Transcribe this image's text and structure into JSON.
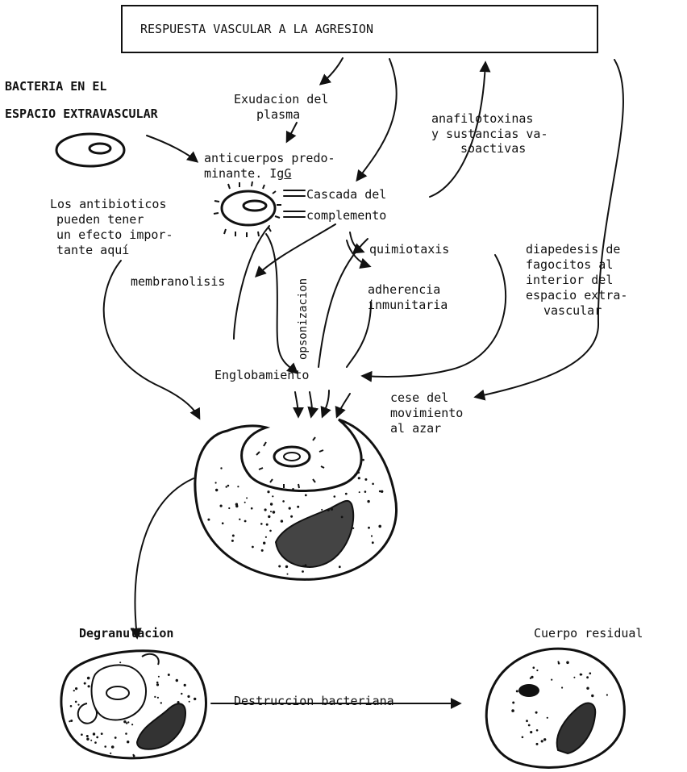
{
  "title": "RESPUESTA VASCULAR A LA AGRESION",
  "labels": {
    "bacteria_l1": "BACTERIA EN EL",
    "bacteria_l2": "ESPACIO EXTRAVASCULAR",
    "exudacion_l1": "Exudacion del",
    "exudacion_l2": "plasma",
    "anafilotoxinas_l1": "anafilotoxinas",
    "anafilotoxinas_l2": "y sustancias va-",
    "anafilotoxinas_l3": "soactivas",
    "anticuerpos_l1": "anticuerpos predo-",
    "anticuerpos_l2": "minante. Ig",
    "anticuerpos_l2_u": "G",
    "cascada_l1": "Cascada del",
    "cascada_l2": "complemento",
    "antibioticos_l1": "Los antibioticos",
    "antibioticos_l2": "pueden tener",
    "antibioticos_l3": "un efecto impor-",
    "antibioticos_l4": "tante aquí",
    "quimiotaxis": "quimiotaxis",
    "diapedesis_l1": "diapedesis de",
    "diapedesis_l2": "fagocitos al",
    "diapedesis_l3": "interior del",
    "diapedesis_l4": "espacio extra-",
    "diapedesis_l5": "vascular",
    "membranolisis": "membranolisis",
    "adherencia_l1": "adherencia",
    "adherencia_l2": "inmunitaria",
    "opsonizacion": "opsonizacion",
    "englobamiento": "Englobamiento",
    "cese_l1": "cese del",
    "cese_l2": "movimiento",
    "cese_l3": "al azar",
    "degranulacion": "Degranulacion",
    "cuerpo_residual": "Cuerpo residual",
    "destruccion": "Destruccion bacteriana"
  }
}
